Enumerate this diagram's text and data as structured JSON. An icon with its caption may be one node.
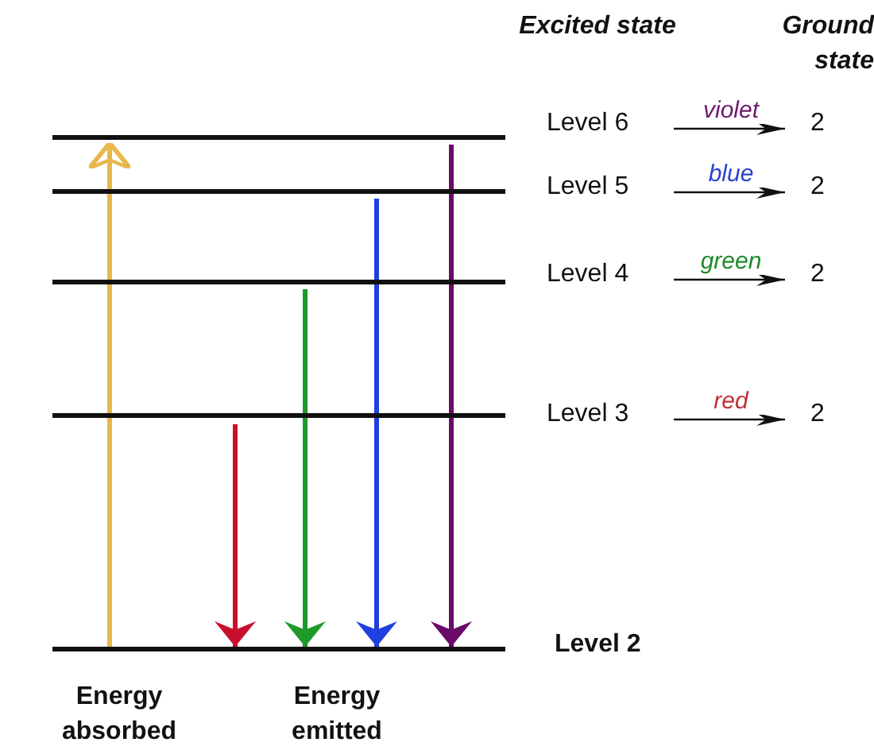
{
  "diagram": {
    "nodes": [
      {
        "text": [],
        "shape": "bar"
      },
      {
        "text": [],
        "shape": "bar"
      },
      {
        "text": [],
        "shape": "bar"
      },
      {
        "text": [],
        "shape": "bar"
      },
      {
        "text": [],
        "shape": "bar"
      },
      {
        "text": [
          "Level 6"
        ]
      },
      {
        "text": [
          "Level 5"
        ]
      },
      {
        "text": [
          "Level 4"
        ]
      },
      {
        "text": [
          "Level 3"
        ]
      },
      {
        "text": [
          "Level 2"
        ]
      },
      {
        "text": [
          "2"
        ]
      },
      {
        "text": [
          "2"
        ]
      },
      {
        "text": [
          "2"
        ]
      },
      {
        "text": [
          "2"
        ]
      }
    ],
    "edges": [
      {
        "from": 4,
        "to": 0,
        "arrow": "to",
        "color": "#e8b84a"
      },
      {
        "from": 3,
        "to": 4,
        "arrow": "to",
        "color": "#c8102e"
      },
      {
        "from": 2,
        "to": 4,
        "arrow": "to",
        "color": "#1e9a2a"
      },
      {
        "from": 1,
        "to": 4,
        "arrow": "to",
        "color": "#1f3fe0"
      },
      {
        "from": 0,
        "to": 4,
        "arrow": "to",
        "color": "#6a0a6a"
      },
      {
        "from": 5,
        "to": 10,
        "arrow": "to",
        "label": "violet"
      },
      {
        "from": 6,
        "to": 11,
        "arrow": "to",
        "label": "blue"
      },
      {
        "from": 7,
        "to": 12,
        "arrow": "to",
        "label": "green"
      },
      {
        "from": 8,
        "to": 13,
        "arrow": "to",
        "label": "red"
      }
    ],
    "labels": [
      "Excited state",
      "Ground state",
      "Energy absorbed",
      "Energy emitted"
    ]
  }
}
